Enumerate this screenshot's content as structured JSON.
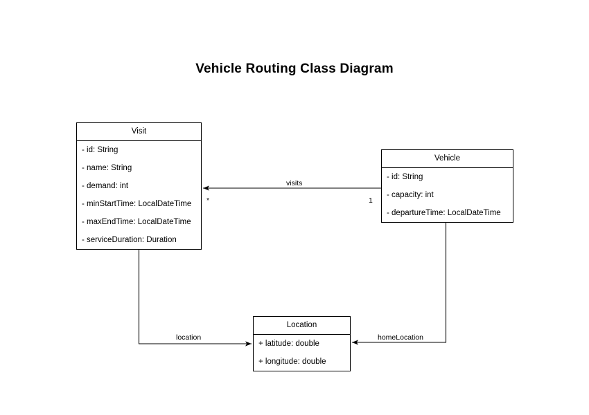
{
  "diagram": {
    "title": "Vehicle Routing Class Diagram",
    "type": "uml-class-diagram",
    "background_color": "#ffffff",
    "line_color": "#000000",
    "text_color": "#000000"
  },
  "classes": [
    {
      "name": "Visit",
      "attributes": [
        "- id: String",
        "- name: String",
        "- demand: int",
        "- minStartTime: LocalDateTime",
        "- maxEndTime: LocalDateTime",
        "- serviceDuration: Duration"
      ]
    },
    {
      "name": "Vehicle",
      "attributes": [
        "- id: String",
        "- capacity: int",
        "- departureTime: LocalDateTime"
      ]
    },
    {
      "name": "Location",
      "attributes": [
        "+ latitude: double",
        "+ longitude: double"
      ]
    }
  ],
  "relationships": [
    {
      "label": "visits",
      "source": "Vehicle",
      "target": "Visit",
      "source_multiplicity": "1",
      "target_multiplicity": "*"
    },
    {
      "label": "location",
      "source": "Visit",
      "target": "Location",
      "source_multiplicity": "",
      "target_multiplicity": ""
    },
    {
      "label": "homeLocation",
      "source": "Vehicle",
      "target": "Location",
      "source_multiplicity": "",
      "target_multiplicity": ""
    }
  ]
}
